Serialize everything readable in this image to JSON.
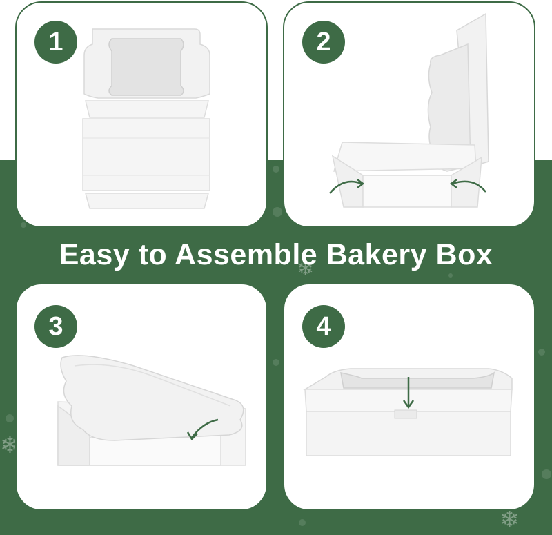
{
  "title": "Easy to Assemble Bakery Box",
  "colors": {
    "accent": "#3e6b46",
    "panel": "#ffffff",
    "box_shade": "#eeeeee"
  },
  "steps": [
    {
      "number": "1",
      "icon": "flat-box-blank-icon"
    },
    {
      "number": "2",
      "icon": "folding-sides-icon"
    },
    {
      "number": "3",
      "icon": "closing-lid-icon"
    },
    {
      "number": "4",
      "icon": "assembled-box-icon"
    }
  ],
  "decorations": {
    "icon": "snowflake-icon",
    "glyph": "❄"
  }
}
